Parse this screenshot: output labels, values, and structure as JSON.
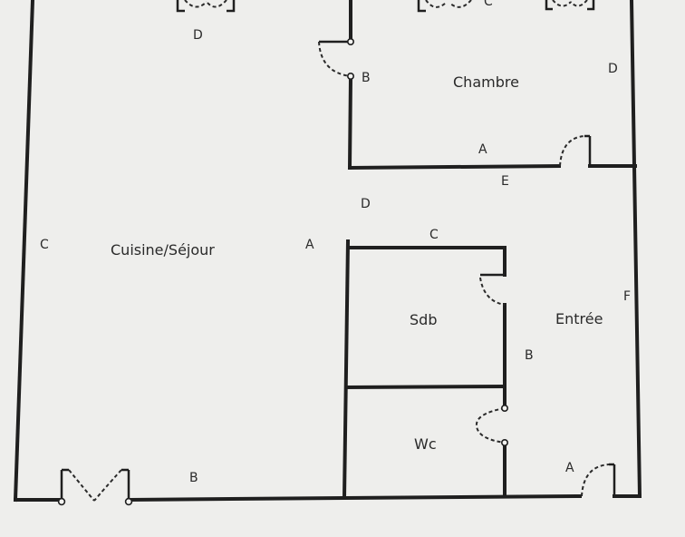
{
  "rooms": {
    "chambre": "Chambre",
    "cuisine_sejour": "Cuisine/Séjour",
    "sdb": "Sdb",
    "entree": "Entrée",
    "wc": "Wc"
  },
  "wall_letters": {
    "top_left_d": "D",
    "top_c": "C",
    "chambre_b": "B",
    "chambre_d": "D",
    "chambre_a": "A",
    "corridor_e": "E",
    "corridor_d": "D",
    "sdb_c": "C",
    "left_c": "C",
    "sejour_a": "A",
    "right_f": "F",
    "entree_b": "B",
    "bottom_b": "B",
    "entree_a": "A"
  }
}
